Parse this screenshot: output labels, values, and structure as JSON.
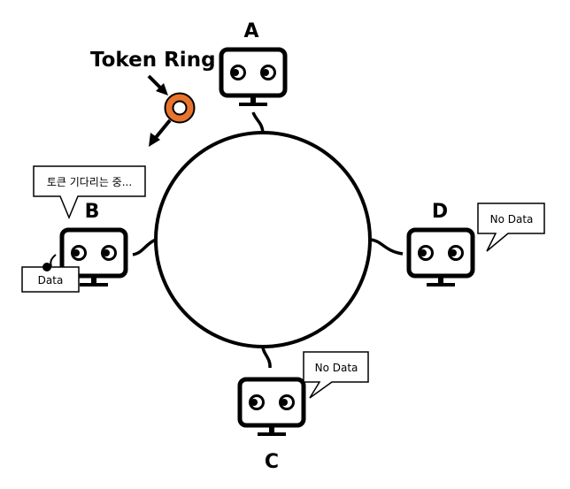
{
  "title": "Token Ring",
  "nodes": {
    "a": {
      "label": "A"
    },
    "b": {
      "label": "B",
      "bubble": "토큰 기다리는 중...",
      "data_tag": "Data"
    },
    "c": {
      "label": "C",
      "bubble": "No Data"
    },
    "d": {
      "label": "D",
      "bubble": "No Data"
    }
  },
  "colors": {
    "token": "#e8742e",
    "stroke": "#000000",
    "background": "#ffffff"
  }
}
